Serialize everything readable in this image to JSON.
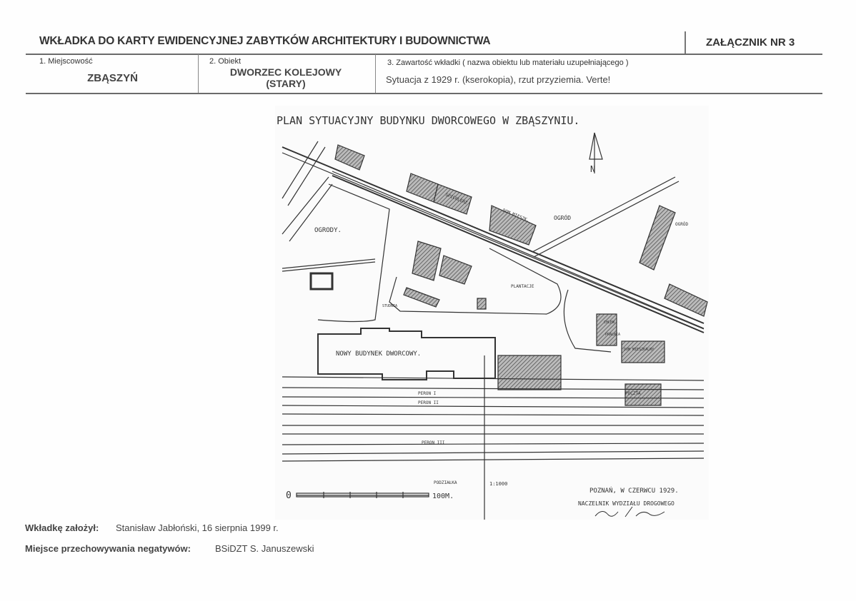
{
  "header": {
    "title": "WKŁADKA DO KARTY EWIDENCYJNEJ ZABYTKÓW ARCHITEKTURY I BUDOWNICTWA",
    "attachment": "ZAŁĄCZNIK NR 3"
  },
  "fields": {
    "locality_label": "1. Miejscowość",
    "locality_value": "ZBĄSZYŃ",
    "object_label": "2. Obiekt",
    "object_value_line1": "DWORZEC KOLEJOWY",
    "object_value_line2": "(STARY)",
    "content_label": "3. Zawartość wkładki ( nazwa obiektu lub materiału uzupełniającego )",
    "content_value": "Sytuacja z 1929 r. (kserokopia), rzut przyziemia. Verte!"
  },
  "plan": {
    "title": "PLAN SYTUACYJNY BUDYNKU DWORCOWEGO W ZBĄSZYNIU.",
    "north": "N",
    "labels": {
      "gardens": "OGRODY.",
      "garden": "OGRÓD",
      "garden2": "OGRÓD",
      "granary": "SPICHLERZ",
      "house": "DOM MIESZK.",
      "plantings": "PLANTACJE",
      "well": "STUDNIA",
      "laundry": "PRALNIA",
      "pigsty": "CHLEW",
      "residential": "DOM MIESZKALNY",
      "new_building": "NOWY BUDYNEK DWORCOWY.",
      "platform1": "PERON I",
      "platform2": "PERON II",
      "platform3": "PERON III",
      "post": "POCZTA"
    },
    "scale_zero": "0",
    "scale_end": "100M.",
    "scale_label": "PODZIAŁKA",
    "scale_ratio": "1:1000",
    "place_date": "POZNAŃ, W CZERWCU 1929.",
    "signatory": "NACZELNIK WYDZIAŁU DROGOWEGO"
  },
  "footer": {
    "created_label": "Wkładkę założył:",
    "created_value": "Stanisław Jabłoński, 16 sierpnia 1999 r.",
    "storage_label": "Miejsce przechowywania negatywów:",
    "storage_value": "BSiDZT S. Januszewski"
  }
}
